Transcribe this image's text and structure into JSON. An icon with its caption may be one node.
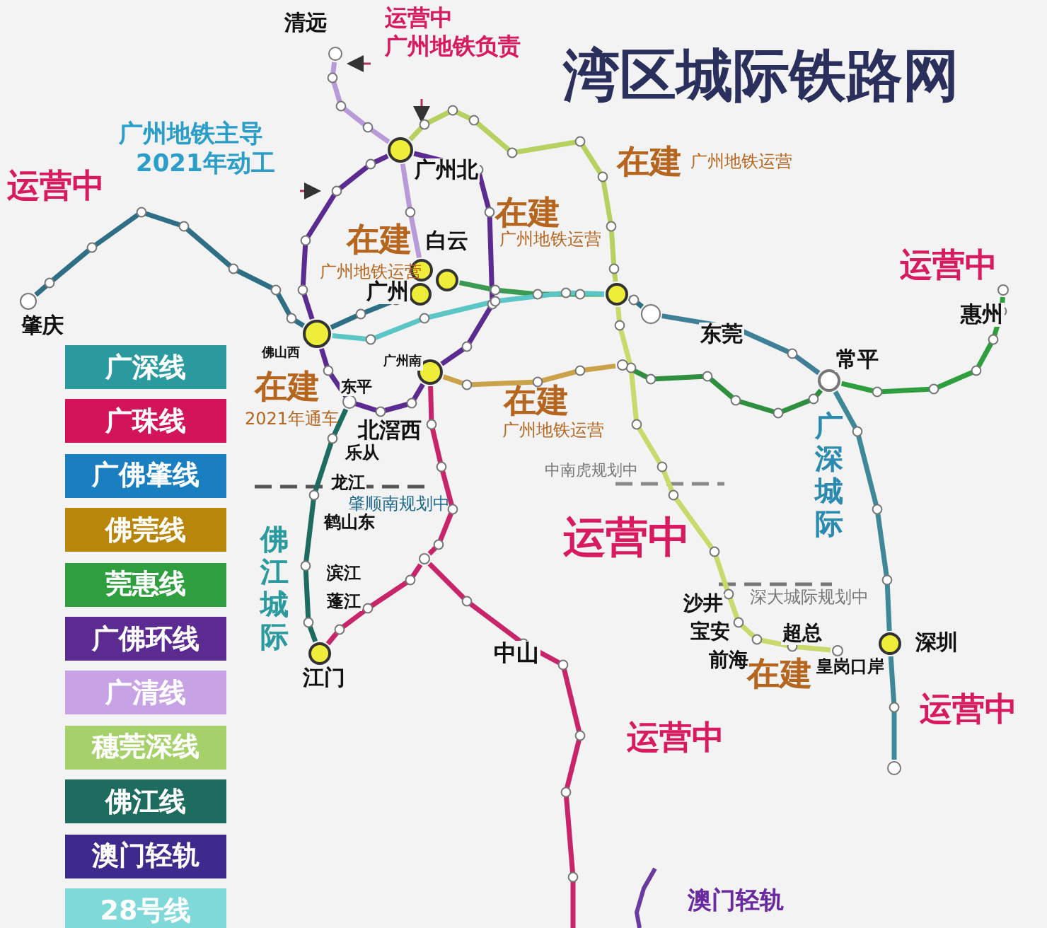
{
  "diagram": {
    "title": "湾区城际铁路网",
    "nodes": [
      {
        "text": [],
        "shape": "circle",
        "beside": [
          "清远"
        ]
      },
      {
        "text": [],
        "shape": "circle",
        "beside": [
          "广州北"
        ]
      },
      {
        "text": [],
        "shape": "circle",
        "beside": [
          "白云"
        ]
      },
      {
        "text": [],
        "shape": "circle",
        "beside": [
          "广州"
        ]
      },
      {
        "text": [],
        "shape": "circle"
      },
      {
        "text": [],
        "shape": "circle"
      },
      {
        "text": [],
        "shape": "circle",
        "beside": [
          "佛山西"
        ]
      },
      {
        "text": [],
        "shape": "circle",
        "beside": [
          "广州南"
        ]
      },
      {
        "text": [],
        "shape": "circle",
        "beside": [
          "肇庆"
        ]
      },
      {
        "text": [],
        "shape": "circle",
        "beside": [
          "东莞"
        ]
      },
      {
        "text": [],
        "shape": "circle",
        "beside": [
          "常平"
        ]
      },
      {
        "text": [],
        "shape": "circle",
        "beside": [
          "惠州"
        ]
      },
      {
        "text": [],
        "shape": "circle",
        "beside": [
          "深圳"
        ]
      },
      {
        "text": [],
        "shape": "circle",
        "beside": [
          "江门"
        ]
      },
      {
        "text": [],
        "shape": "circle",
        "beside": [
          "皇岗口岸"
        ]
      },
      {
        "text": [],
        "shape": "circle"
      },
      {
        "text": [],
        "shape": "circle"
      },
      {
        "text": [],
        "shape": "circle"
      },
      {
        "text": [],
        "shape": "circle",
        "beside": [
          "东平"
        ]
      }
    ],
    "edges": [
      {
        "from": 0,
        "to": 1,
        "arrow": "none",
        "color": "#b99ad8"
      },
      {
        "from": 1,
        "to": 2,
        "arrow": "none",
        "color": "#b99ad8"
      },
      {
        "from": 1,
        "to": 5,
        "arrow": "none",
        "color": "#b7d160"
      },
      {
        "from": 5,
        "to": 14,
        "arrow": "none",
        "color": "#c9d96c"
      },
      {
        "from": 1,
        "to": 6,
        "arrow": "none",
        "color": "#5b2b91"
      },
      {
        "from": 6,
        "to": 7,
        "arrow": "none",
        "color": "#5b2b91"
      },
      {
        "from": 7,
        "to": 1,
        "arrow": "none",
        "color": "#5b2b91"
      },
      {
        "from": 8,
        "to": 6,
        "arrow": "none",
        "color": "#2f6f86"
      },
      {
        "from": 6,
        "to": 3,
        "arrow": "none",
        "color": "#2f6f86"
      },
      {
        "from": 4,
        "to": 5,
        "arrow": "none",
        "color": "#3a9a52"
      },
      {
        "from": 5,
        "to": 9,
        "arrow": "none",
        "color": "#2f6f86"
      },
      {
        "from": 9,
        "to": 10,
        "arrow": "none",
        "color": "#3f7f98"
      },
      {
        "from": 10,
        "to": 12,
        "arrow": "none",
        "color": "#3f8898"
      },
      {
        "from": 12,
        "to": 15,
        "arrow": "none",
        "color": "#3f8898"
      },
      {
        "from": 6,
        "to": 5,
        "arrow": "none",
        "color": "#5cc6c6"
      },
      {
        "from": 7,
        "to": 16,
        "arrow": "none",
        "color": "#c9a24a"
      },
      {
        "from": 16,
        "to": 10,
        "arrow": "none",
        "color": "#2e8f3e"
      },
      {
        "from": 10,
        "to": 11,
        "arrow": "none",
        "color": "#2e9e3e"
      },
      {
        "from": 7,
        "to": 17,
        "arrow": "none",
        "color": "#c8246a"
      },
      {
        "from": 17,
        "to": 13,
        "arrow": "none",
        "color": "#c8246a"
      },
      {
        "from": 17,
        "to": null,
        "arrow": "none",
        "color": "#c8246a"
      },
      {
        "from": 18,
        "to": 13,
        "arrow": "none",
        "color": "#1e6b5f"
      }
    ],
    "labels": [
      "运营中",
      "运营中",
      "广州地铁负责",
      "广州地铁主导",
      "2021年动工",
      "在建",
      "广州地铁运营",
      "在建",
      "广州地铁运营",
      "在建",
      "广州地铁运营",
      "运营中",
      "在建",
      "2021年通车",
      "在建",
      "广州地铁运营",
      "北滘西",
      "乐从",
      "广深城际",
      "龙江",
      "肇顺南规划中",
      "中南虎规划中",
      "鹤山东",
      "运营中",
      "佛江城际",
      "滨江",
      "蓬江",
      "沙井",
      "深大城际规划中",
      "宝安",
      "超总",
      "中山",
      "前海",
      "在建",
      "运营中",
      "运营中",
      "澳门轻轨"
    ],
    "legend": [
      {
        "text": "广深线",
        "color": "#2a9a9e"
      },
      {
        "text": "广珠线",
        "color": "#d4145a"
      },
      {
        "text": "广佛肇线",
        "color": "#1a7fc1"
      },
      {
        "text": "佛莞线",
        "color": "#b8860b"
      },
      {
        "text": "莞惠线",
        "color": "#2e9e3e"
      },
      {
        "text": "广佛环线",
        "color": "#5b2b91"
      },
      {
        "text": "广清线",
        "color": "#c7a3e6"
      },
      {
        "text": "穗莞深线",
        "color": "#a6d06a"
      },
      {
        "text": "佛江线",
        "color": "#1e6b5f"
      },
      {
        "text": "澳门轻轨",
        "color": "#3d2a8c"
      },
      {
        "text": "28号线",
        "color": "#7fd9d9"
      }
    ]
  }
}
